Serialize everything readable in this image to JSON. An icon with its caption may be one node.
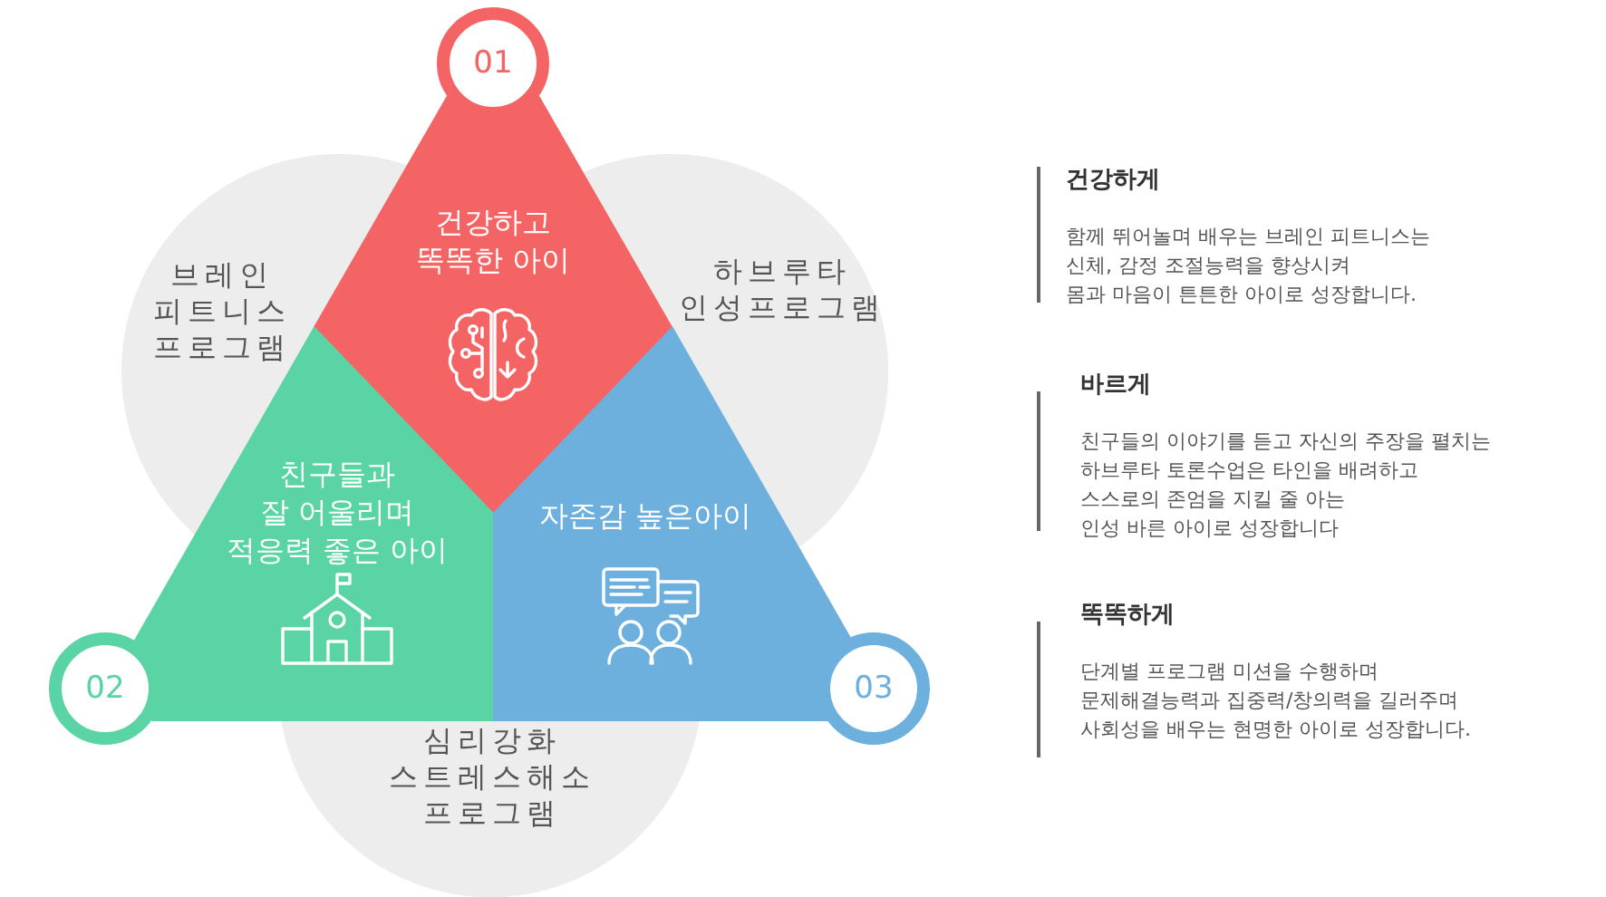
{
  "diagram": {
    "nodes": [
      {
        "text": [
          "01"
        ]
      },
      {
        "text": [
          "건강하고 똑똑한 아이"
        ]
      },
      {
        "text": [
          "브레인 피트니스 프로그램"
        ]
      },
      {
        "text": [
          "하브루타 인성프로그램"
        ]
      },
      {
        "text": [
          "친구들과 잘 어울리며 적응력 좋은 아이"
        ]
      },
      {
        "text": [
          "자존감 높은아이"
        ]
      },
      {
        "text": [
          "02"
        ]
      },
      {
        "text": [
          "03"
        ]
      },
      {
        "text": [
          "심리강화 스트레스해소 프로그램"
        ]
      }
    ],
    "labels": [
      "건강하게",
      "함께 뛰어놀며 배우는 브레인 피트니스는 신체, 감정 조절능력을 향상시켜 몸과 마음이 튼튼한 아이로 성장합니다.",
      "바르게",
      "친구들의 이야기를 듣고 자신의 주장을 펼치는 하브루타 토론수업은 타인을 배려하고 스스로의 존엄을 지킬 줄 아는 인성 바른 아이로 성장합니다",
      "똑똑하게",
      "단계별 프로그램 미션을 수행하며 문제해결능력과 집중력/창의력을 길러주며 사회성을 배우는 현명한 아이로 성장합니다."
    ]
  }
}
